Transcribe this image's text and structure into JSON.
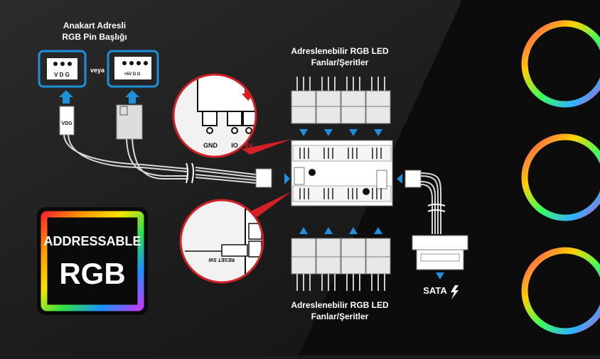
{
  "header_title_line1": "Anakart Adresli",
  "header_title_line2": "RGB Pin Başlığı",
  "connector_vdg": "V D G",
  "or_label": "veya",
  "connector_5vdg": "+5V D G",
  "cable_label_vdg": "VDG",
  "top_fans_line1": "Adreslenebilir RGB LED",
  "top_fans_line2": "Fanlar/Şeritler",
  "bottom_fans_line1": "Adreslenebilir RGB LED",
  "bottom_fans_line2": "Fanlar/Şeritler",
  "pin_gnd": "GND",
  "pin_io": "IO",
  "pin_5v": "5V",
  "reset_label": "RESET SW",
  "sata_label": "SATA",
  "badge_line1": "ADDRESSABLE",
  "badge_line2": "RGB",
  "colors": {
    "accent_blue": "#1f8fdc",
    "warning_red": "#d41f26",
    "background": "#1c1c1c"
  }
}
